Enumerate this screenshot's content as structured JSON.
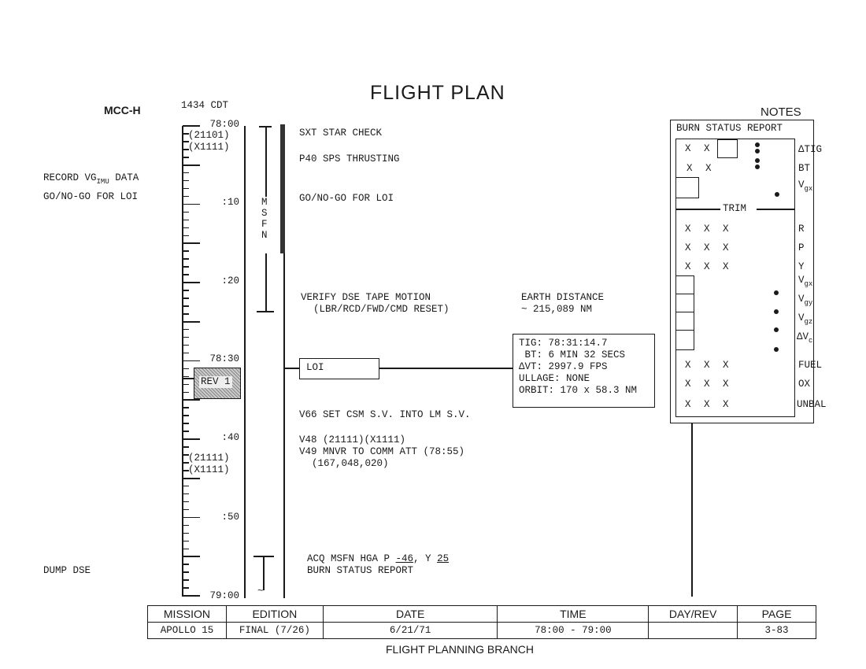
{
  "header": {
    "title": "FLIGHT PLAN",
    "station": "MCC-H",
    "clock": "1434 CDT",
    "notes_title": "NOTES"
  },
  "left_notes": {
    "record_vg_prefix": "RECORD VG",
    "record_vg_sub": "IMU",
    "record_vg_suffix": " DATA",
    "go_no_go": "GO/NO-GO FOR LOI",
    "dump_dse": "DUMP DSE"
  },
  "timeline": {
    "start_min": 0,
    "end_min": 60,
    "labels": {
      "t0": "78:00",
      "t10": ":10",
      "t20": ":20",
      "t30": "78:30",
      "t40": ":40",
      "t50": ":50",
      "t60": "79:00"
    },
    "codes_top": [
      "(21101)",
      "(X1111)"
    ],
    "codes_mid": [
      "(21111)",
      "(X1111)"
    ],
    "rev_label": "REV 1",
    "msfn_letters": [
      "M",
      "S",
      "F",
      "N"
    ]
  },
  "activities": {
    "sxt": "SXT STAR CHECK",
    "p40": "P40 SPS THRUSTING",
    "go_no_go": "GO/NO-GO FOR LOI",
    "verify_dse": "VERIFY DSE TAPE MOTION",
    "verify_dse_sub": "(LBR/RCD/FWD/CMD RESET)",
    "earth_distance": "EARTH DISTANCE",
    "earth_distance_value": "~ 215,089 NM",
    "loi": "LOI",
    "v66": "V66 SET CSM S.V. INTO LM S.V.",
    "v48": "V48 (21111)(X1111)",
    "v49": "V49 MNVR TO COMM ATT (78:55)",
    "v49_sub": "(167,048,020)",
    "acq_prefix": "ACQ MSFN HGA P ",
    "acq_p": "-46",
    "acq_mid": ", Y ",
    "acq_y": "25",
    "burn_status": "BURN STATUS REPORT"
  },
  "burn_data": {
    "tig": "TIG: 78:31:14.7",
    "bt": " BT: 6 MIN 32 SECS",
    "dvt": "ΔVT: 2997.9 FPS",
    "ullage": "ULLAGE: NONE",
    "orbit": "ORBIT: 170 x 58.3 NM"
  },
  "notes_panel": {
    "title": "BURN STATUS REPORT",
    "trim": "TRIM",
    "x": "X",
    "labels": {
      "dtig": "ΔTIG",
      "bt": "BT",
      "vgx1": "V",
      "vgx1_sub": "gx",
      "r": "R",
      "p": "P",
      "y": "Y",
      "vgx": "V",
      "vgx_sub": "gx",
      "vgy": "V",
      "vgy_sub": "gy",
      "vgz": "V",
      "vgz_sub": "gz",
      "dvc": "ΔV",
      "dvc_sub": "c",
      "fuel": "FUEL",
      "ox": "OX",
      "unbal": "UNBAL"
    }
  },
  "footer": {
    "headers": [
      "MISSION",
      "EDITION",
      "DATE",
      "TIME",
      "DAY/REV",
      "PAGE"
    ],
    "values": [
      "APOLLO 15",
      "FINAL (7/26)",
      "6/21/71",
      "78:00 - 79:00",
      "",
      "3-83"
    ],
    "branch": "FLIGHT PLANNING BRANCH"
  }
}
